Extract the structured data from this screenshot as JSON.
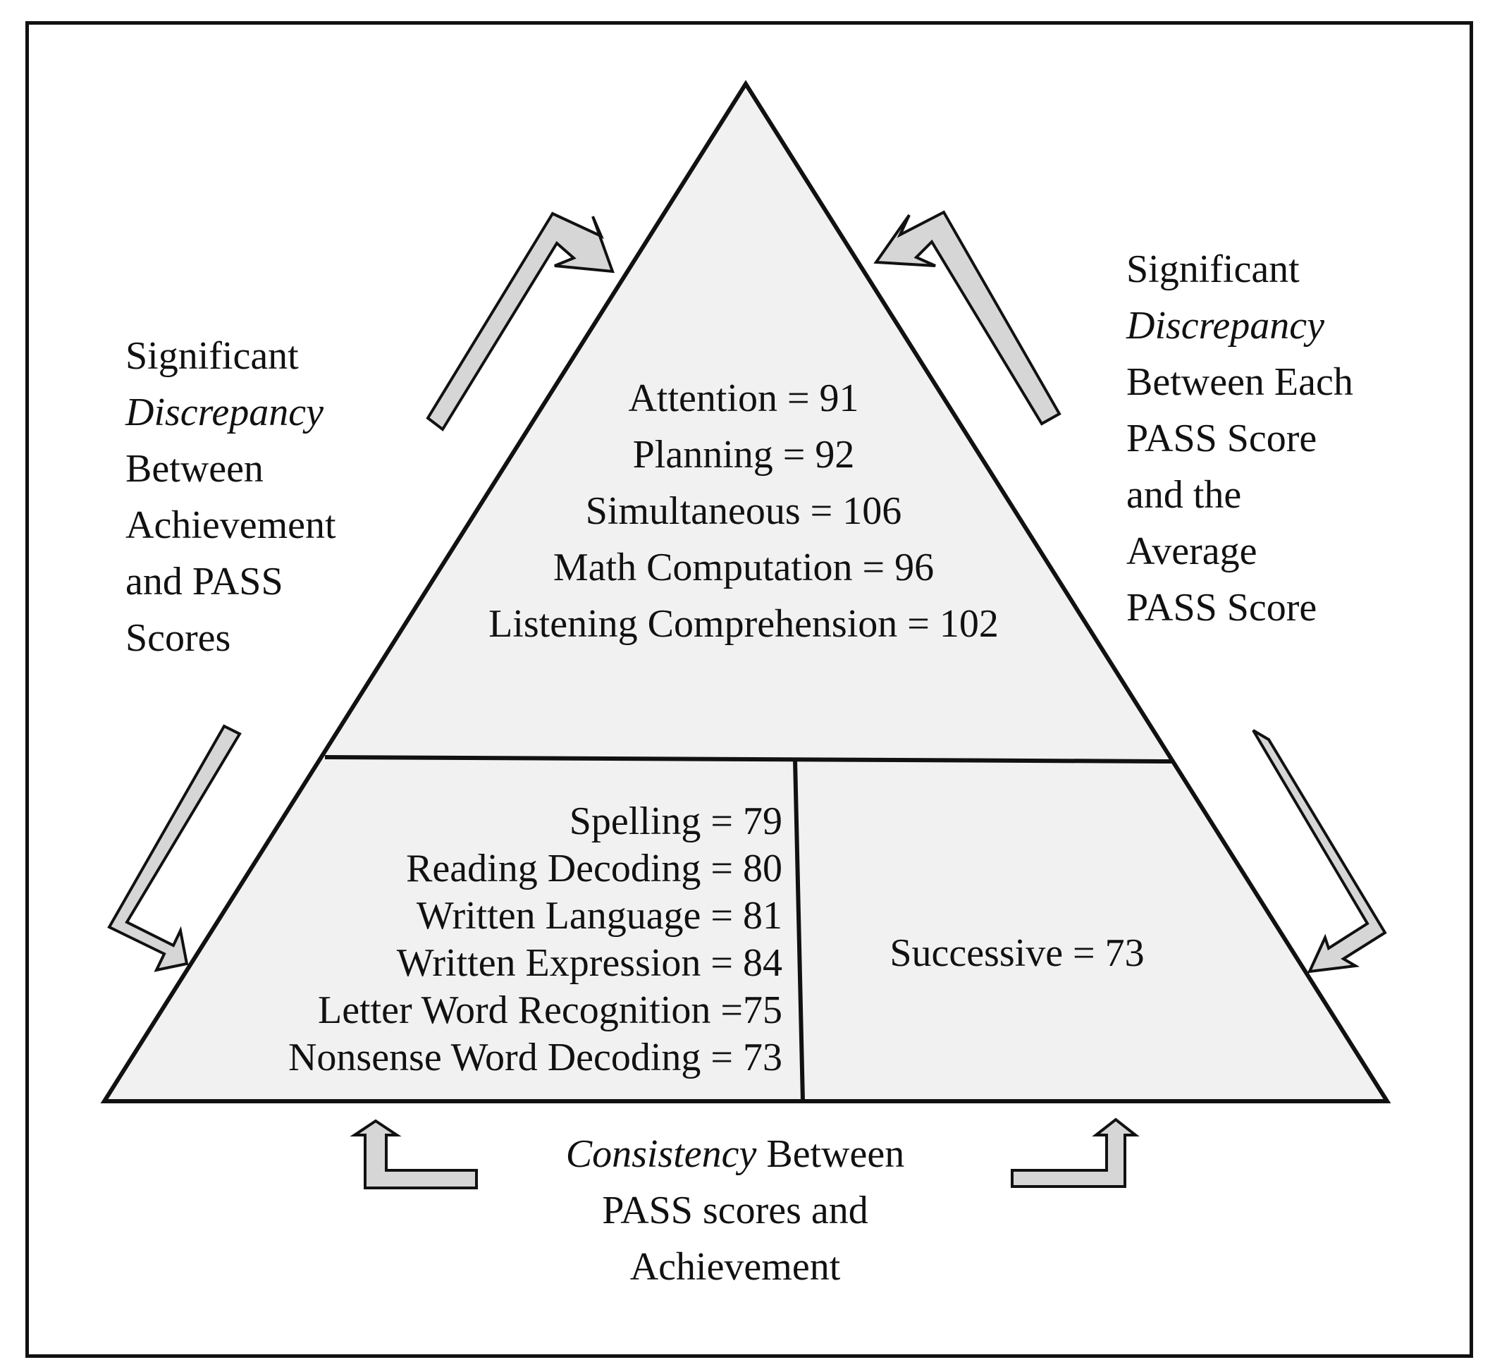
{
  "top_section": {
    "lines": [
      "Attention = 91",
      "Planning = 92",
      "Simultaneous = 106",
      "Math Computation = 96",
      "Listening Comprehension = 102"
    ]
  },
  "bottom_left_section": {
    "lines": [
      "Spelling = 79",
      "Reading Decoding = 80",
      "Written Language = 81",
      "Written Expression = 84",
      "Letter Word Recognition =75",
      "Nonsense Word Decoding = 73"
    ]
  },
  "bottom_right_section": {
    "text": "Successive = 73"
  },
  "left_label": {
    "line1": "Significant",
    "line2_italic": "Discrepancy",
    "line3": "Between",
    "line4": "Achievement",
    "line5": "and PASS",
    "line6": "Scores"
  },
  "right_label": {
    "line1": "Significant",
    "line2_italic": "Discrepancy",
    "line3": "Between Each",
    "line4": "PASS Score",
    "line5": "and the",
    "line6": "Average",
    "line7": "PASS Score"
  },
  "bottom_label": {
    "line1_italic": "Consistency",
    "line1_rest": " Between",
    "line2": "PASS scores and",
    "line3": "Achievement"
  },
  "colors": {
    "fill": "#f1f1f1",
    "arrow_fill": "#d6d6d6",
    "stroke": "#111111"
  }
}
